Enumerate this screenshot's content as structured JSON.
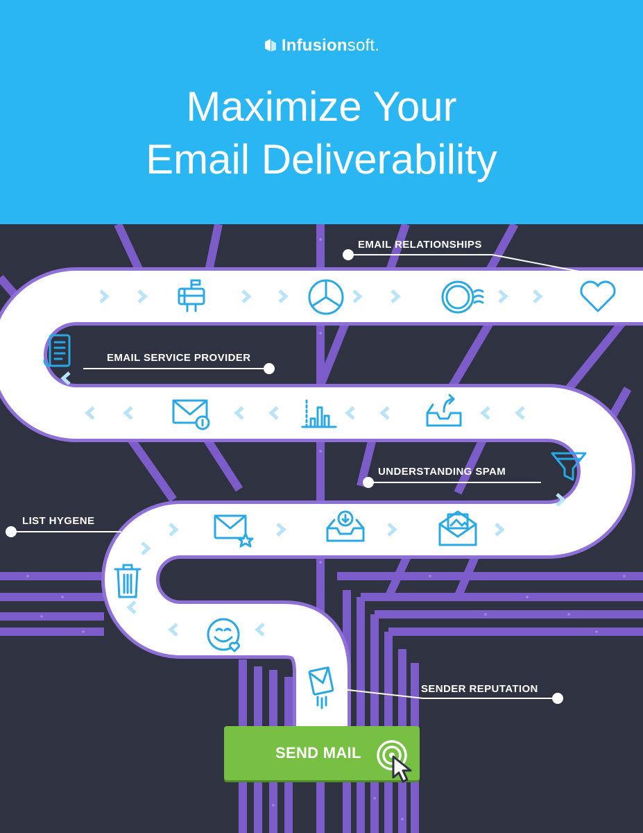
{
  "brand": {
    "name_bold": "Infusion",
    "name_light": "soft",
    "trademark": "."
  },
  "title": {
    "line1": "Maximize Your",
    "line2": "Email Deliverability"
  },
  "labels": {
    "email_relationships": "EMAIL RELATIONSHIPS",
    "email_service_provider": "EMAIL SERVICE PROVIDER",
    "understanding_spam": "UNDERSTANDING SPAM",
    "list_hygene": "LIST HYGENE",
    "sender_reputation": "SENDER REPUTATION"
  },
  "cta": {
    "label": "SEND MAIL"
  },
  "colors": {
    "header_bg": "#29b6f2",
    "scene_bg": "#2f3240",
    "track_purple": "#7b5cc9",
    "road": "#ffffff",
    "road_edge": "#8f6fd8",
    "icon_blue": "#29a8e6",
    "button_green": "#77c043"
  }
}
